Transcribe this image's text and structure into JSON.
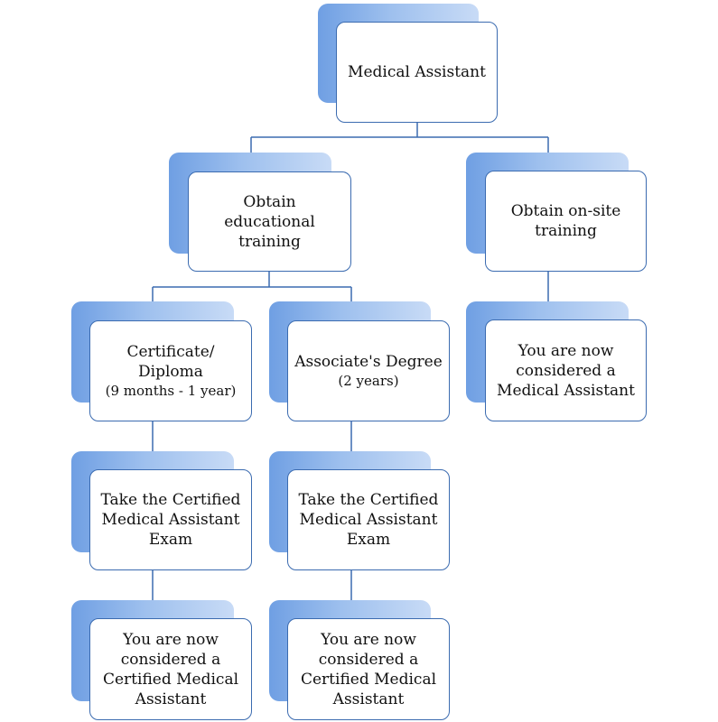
{
  "diagram": {
    "colors": {
      "tab_gradient_start": "#6f9fe3",
      "tab_gradient_end": "#c8dbf6",
      "card_border": "#3b6bb0",
      "connector": "#3b6bb0",
      "text": "#111111"
    },
    "nodes": {
      "root": {
        "text": "Medical Assistant"
      },
      "edu": {
        "text": "Obtain\neducational\ntraining"
      },
      "onsite": {
        "text": "Obtain on-site\ntraining"
      },
      "cert": {
        "text": "Certificate/\nDiploma",
        "sub": "(9 months - 1 year)"
      },
      "assoc": {
        "text": "Associate's Degree",
        "sub": "(2 years)"
      },
      "onsite_done": {
        "text": "You are now\nconsidered a\nMedical Assistant"
      },
      "exam1": {
        "text": "Take the Certified\nMedical Assistant\nExam"
      },
      "exam2": {
        "text": "Take the Certified\nMedical Assistant\nExam"
      },
      "final1": {
        "text": "You are now\nconsidered a\nCertified Medical\nAssistant"
      },
      "final2": {
        "text": "You are now\nconsidered a\nCertified Medical\nAssistant"
      }
    },
    "edges": [
      [
        "root",
        "edu"
      ],
      [
        "root",
        "onsite"
      ],
      [
        "edu",
        "cert"
      ],
      [
        "edu",
        "assoc"
      ],
      [
        "onsite",
        "onsite_done"
      ],
      [
        "cert",
        "exam1"
      ],
      [
        "assoc",
        "exam2"
      ],
      [
        "exam1",
        "final1"
      ],
      [
        "exam2",
        "final2"
      ]
    ]
  }
}
